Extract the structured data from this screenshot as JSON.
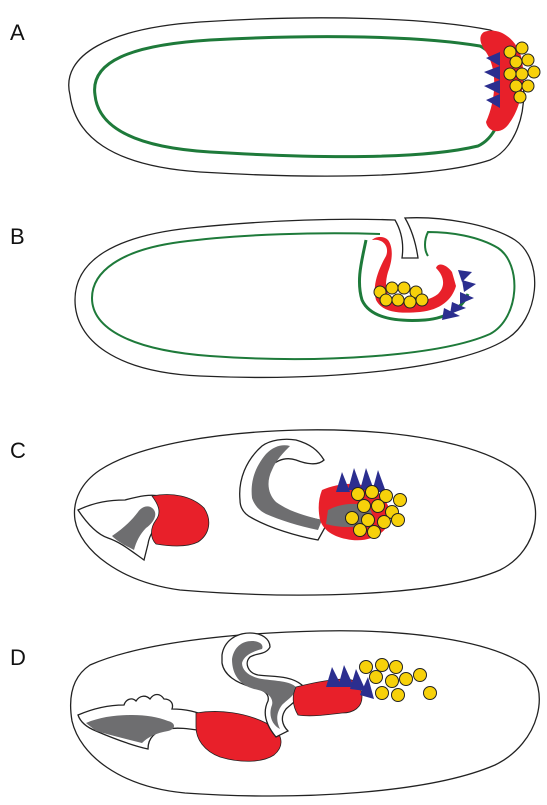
{
  "panels": [
    {
      "label": "A"
    },
    {
      "label": "B"
    },
    {
      "label": "C"
    },
    {
      "label": "D"
    }
  ],
  "colors": {
    "outline": "#222222",
    "epithelium": "#1e7a3a",
    "red_tissue": "#e8202a",
    "blue_cells": "#2b2e8f",
    "yellow_cells": "#f7d10a",
    "gray_tissue": "#6e6e70",
    "background": "#ffffff"
  },
  "icons": {
    "yellow": "pole-cell-circle",
    "blue": "triangle-cell"
  }
}
